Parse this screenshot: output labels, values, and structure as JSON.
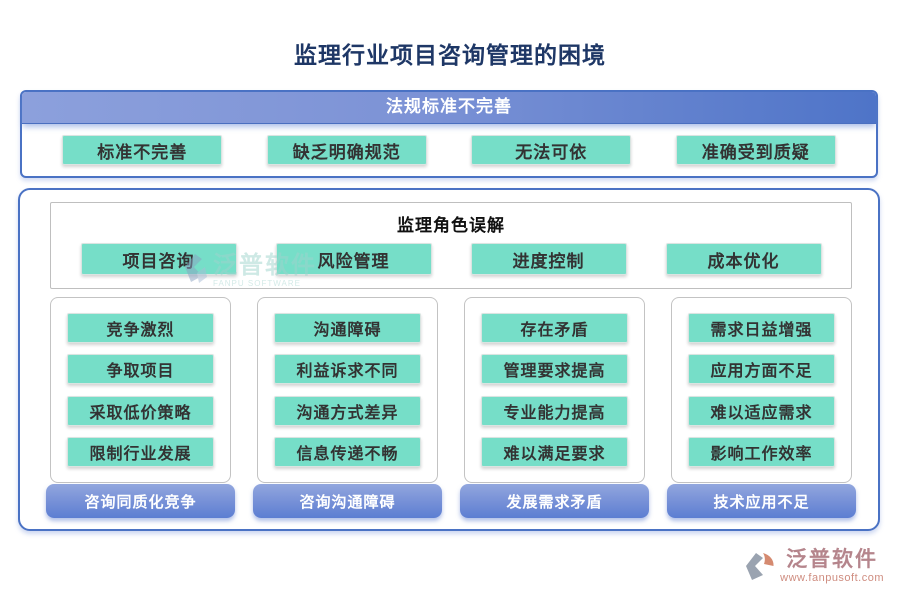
{
  "title": "监理行业项目咨询管理的困境",
  "section1": {
    "header": "法规标准不完善",
    "items": [
      "标准不完善",
      "缺乏明确规范",
      "无法可依",
      "准确受到质疑"
    ]
  },
  "section2": {
    "header": "监理角色误解",
    "categories": [
      "项目咨询",
      "风险管理",
      "进度控制",
      "成本优化"
    ],
    "columns": [
      {
        "items": [
          "竞争激烈",
          "争取项目",
          "采取低价策略",
          "限制行业发展"
        ],
        "footer": "咨询同质化竞争"
      },
      {
        "items": [
          "沟通障碍",
          "利益诉求不同",
          "沟通方式差异",
          "信息传递不畅"
        ],
        "footer": "咨询沟通障碍"
      },
      {
        "items": [
          "存在矛盾",
          "管理要求提高",
          "专业能力提高",
          "难以满足要求"
        ],
        "footer": "发展需求矛盾"
      },
      {
        "items": [
          "需求日益增强",
          "应用方面不足",
          "难以适应需求",
          "影响工作效率"
        ],
        "footer": "技术应用不足"
      }
    ]
  },
  "watermark": {
    "text": "泛普软件",
    "subtext": "FANPU SOFTWARE"
  },
  "brand": {
    "name": "泛普软件",
    "url": "www.fanpusoft.com"
  },
  "colors": {
    "accent_blue": "#4a72c4",
    "teal_pill": "#76dec8",
    "header_gradient_start": "#8ca0dc",
    "header_gradient_end": "#4e74c8",
    "footer_gradient_start": "#92a7de",
    "footer_gradient_end": "#5c7ed2",
    "title_text": "#1e3766",
    "brand_text": "#b5858c",
    "brand_url": "#cf8d80"
  }
}
